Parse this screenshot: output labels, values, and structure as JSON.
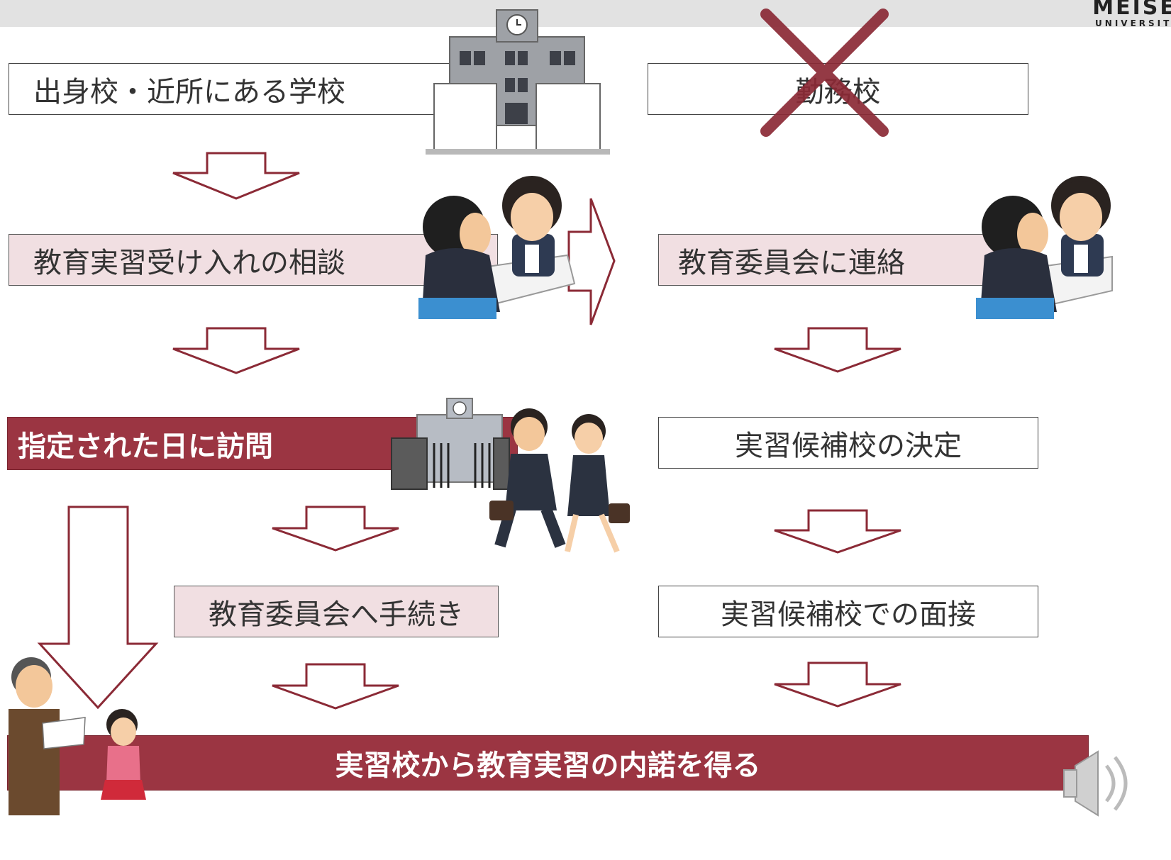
{
  "header": {
    "logo_line1": "MEISEI",
    "logo_line2": "UNIVERSITY"
  },
  "left_flow": {
    "step1": "出身校・近所にある学校",
    "step2": "教育実習受け入れの相談",
    "step3": "指定された日に訪問",
    "step4": "教育委員会へ手続き"
  },
  "right_flow": {
    "step1": "勤務校",
    "step2": "教育委員会に連絡",
    "step3": "実習候補校の決定",
    "step4": "実習候補校での面接"
  },
  "result": "実習校から教育実習の内諾を得る",
  "colors": {
    "accent": "#9b3542",
    "arrow": "#8b2a36",
    "pink": "#f1dfe2",
    "topbar": "#e2e2e2"
  },
  "icons": [
    "school-building-icon",
    "consultation-meeting-icon",
    "cross-mark-icon",
    "school-gate-icon",
    "walking-people-icon",
    "principal-and-child-icon",
    "speaker-icon"
  ]
}
